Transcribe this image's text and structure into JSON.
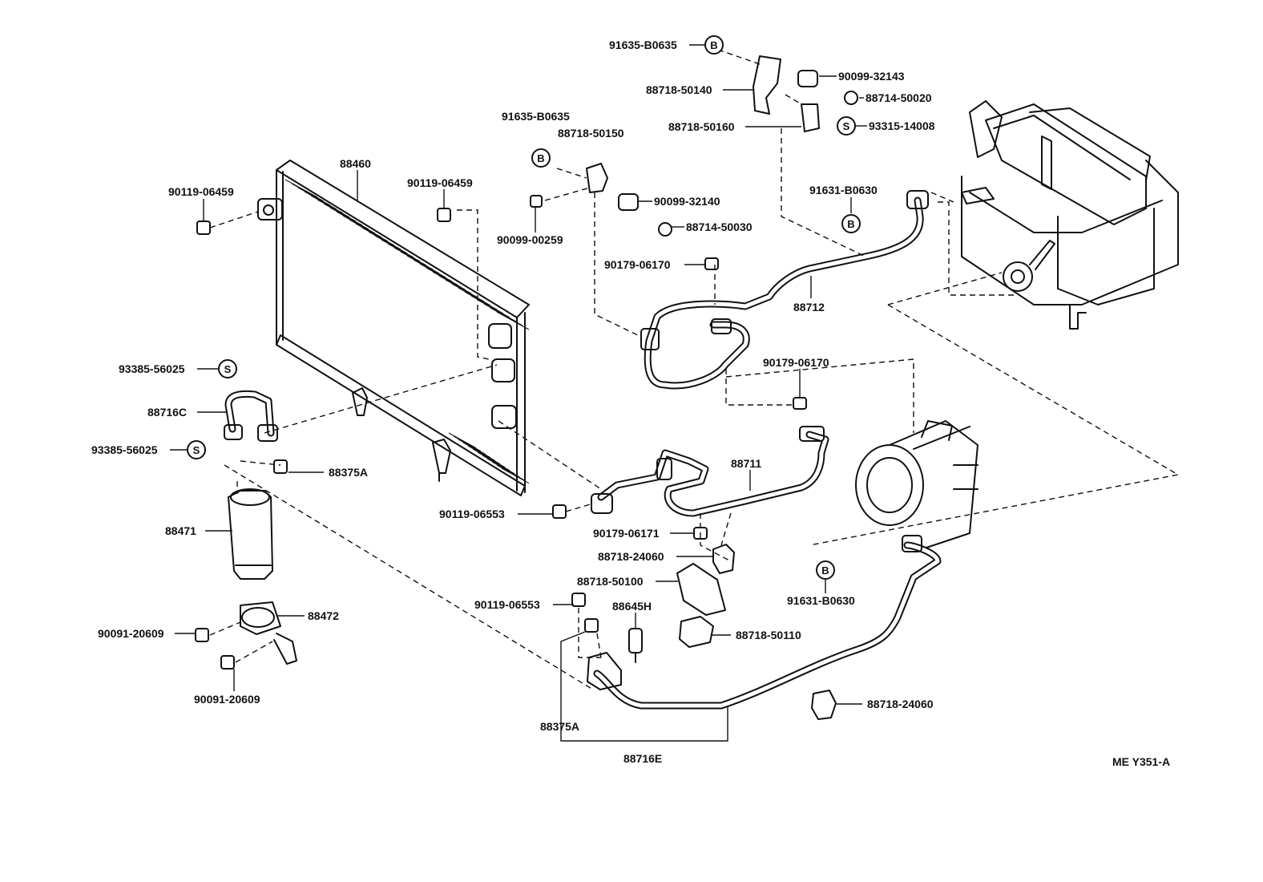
{
  "diagram_code": "ME Y351-A",
  "badges": {
    "b": "B",
    "s": "S"
  },
  "labels": {
    "p91635_b0635_top": "91635-B0635",
    "p90099_32143": "90099-32143",
    "p88718_50140": "88718-50140",
    "p88714_50020": "88714-50020",
    "p88718_50160": "88718-50160",
    "p93315_14008": "93315-14008",
    "p91635_b0635_mid": "91635-B0635",
    "p88718_50150": "88718-50150",
    "p88460": "88460",
    "p90119_06459_left": "90119-06459",
    "p90119_06459_right": "90119-06459",
    "p90099_32140": "90099-32140",
    "p90099_00259": "90099-00259",
    "p88714_50030": "88714-50030",
    "p91631_b0630_top": "91631-B0630",
    "p90179_06170_top": "90179-06170",
    "p88712": "88712",
    "p90179_06170_mid": "90179-06170",
    "p93385_56025_top": "93385-56025",
    "p88716c": "88716C",
    "p93385_56025_bot": "93385-56025",
    "p88375a_left": "88375A",
    "p88711": "88711",
    "p90119_06553_a": "90119-06553",
    "p88471": "88471",
    "p90179_06171": "90179-06171",
    "p88718_24060_a": "88718-24060",
    "p88718_50100": "88718-50100",
    "p91631_b0630_bot": "91631-B0630",
    "p90119_06553_b": "90119-06553",
    "p88645h": "88645H",
    "p88472": "88472",
    "p90091_20609_a": "90091-20609",
    "p88718_50110": "88718-50110",
    "p90091_20609_b": "90091-20609",
    "p88718_24060_b": "88718-24060",
    "p88375a_bottom": "88375A",
    "p88716e": "88716E"
  }
}
